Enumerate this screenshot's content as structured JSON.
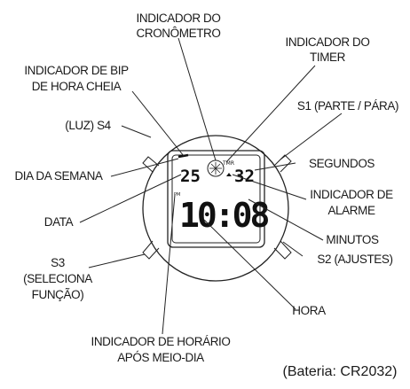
{
  "labels": {
    "indicador_cronometro": [
      "INDICADOR DO",
      "CRONÔMETRO"
    ],
    "indicador_timer": [
      "INDICADOR DO",
      "TIMER"
    ],
    "indicador_bip": [
      "INDICADOR DE BIP",
      "DE HORA CHEIA"
    ],
    "s1": "S1 (PARTE / PÁRA)",
    "s4": "(LUZ) S4",
    "dia_semana": "DIA DA SEMANA",
    "segundos": "SEGUNDOS",
    "indicador_alarme": [
      "INDICADOR DE",
      "ALARME"
    ],
    "data": "DATA",
    "minutos": "MINUTOS",
    "s2": "S2 (AJUSTES)",
    "s3": [
      "S3",
      "(SELECIONA",
      "FUNÇÃO)"
    ],
    "hora": "HORA",
    "indicador_pm": [
      "INDICADOR DE HORÁRIO",
      "APÓS MEIO-DIA"
    ],
    "bateria": "(Bateria: CR2032)"
  },
  "display": {
    "date": "25",
    "seconds": "32",
    "time": "10:08",
    "pm": "PM"
  }
}
